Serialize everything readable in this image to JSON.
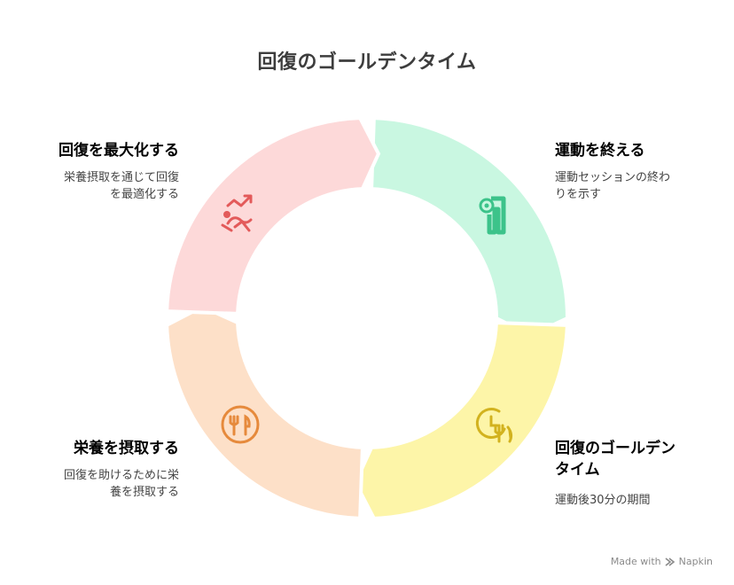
{
  "title": "回復のゴールデンタイム",
  "colors": {
    "red": "#e35a5a",
    "green": "#3cc38a",
    "yellow": "#d2b21e",
    "orange": "#e68a3c",
    "red_fill": "#fdd9d9",
    "green_fill": "#c9f7e1",
    "yellow_fill": "#fdf5a8",
    "orange_fill": "#fde0c8"
  },
  "steps": [
    {
      "id": "end",
      "heading": "運動を終える",
      "desc_lines": [
        "運動セッションの終わ",
        "りを示す"
      ],
      "icon": "exercise-stretch-icon"
    },
    {
      "id": "golden",
      "heading_lines": [
        "回復のゴールデン",
        "タイム"
      ],
      "desc_lines": [
        "運動後30分の期間"
      ],
      "icon": "clock-fork-icon"
    },
    {
      "id": "nutrition",
      "heading": "栄養を摂取する",
      "desc_lines": [
        "回復を助けるために栄",
        "養を摂取する"
      ],
      "icon": "plate-fork-knife-icon"
    },
    {
      "id": "maximize",
      "heading": "回復を最大化する",
      "desc_lines": [
        "栄養摂取を通じて回復",
        "を最適化する"
      ],
      "icon": "recovery-growth-icon"
    }
  ],
  "credit": {
    "made_with": "Made with",
    "brand": "Napkin"
  }
}
